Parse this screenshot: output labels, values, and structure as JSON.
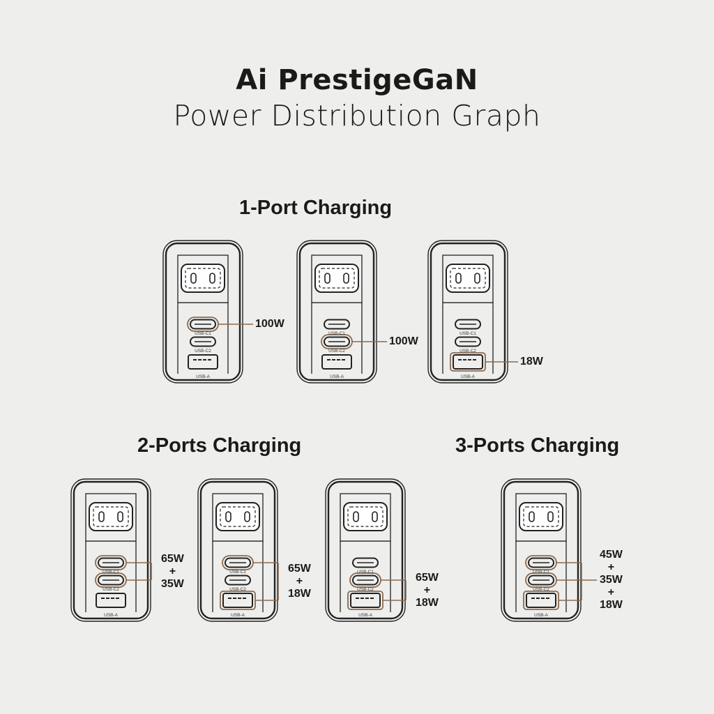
{
  "title": {
    "brand": "Ai PrestigeGaN",
    "subtitle": "Power Distribution Graph"
  },
  "colors": {
    "background": "#eeeeec",
    "outline": "#222222",
    "highlight": "#8b6a4f"
  },
  "port_labels": {
    "c1": "USB-C1",
    "c2": "USB-C2",
    "a": "USB-A"
  },
  "sections": [
    {
      "title": "1-Port Charging",
      "configs": [
        {
          "ports": [
            "c1"
          ],
          "output": [
            "100W"
          ]
        },
        {
          "ports": [
            "c2"
          ],
          "output": [
            "100W"
          ]
        },
        {
          "ports": [
            "a"
          ],
          "output": [
            "18W"
          ]
        }
      ]
    },
    {
      "title": "2-Ports Charging",
      "configs": [
        {
          "ports": [
            "c1",
            "c2"
          ],
          "output": [
            "65W",
            "+",
            "35W"
          ]
        },
        {
          "ports": [
            "c1",
            "a"
          ],
          "output": [
            "65W",
            "+",
            "18W"
          ]
        },
        {
          "ports": [
            "c2",
            "a"
          ],
          "output": [
            "65W",
            "+",
            "18W"
          ]
        }
      ]
    },
    {
      "title": "3-Ports Charging",
      "configs": [
        {
          "ports": [
            "c1",
            "c2",
            "a"
          ],
          "output": [
            "45W",
            "+",
            "35W",
            "+",
            "18W"
          ]
        }
      ]
    }
  ]
}
